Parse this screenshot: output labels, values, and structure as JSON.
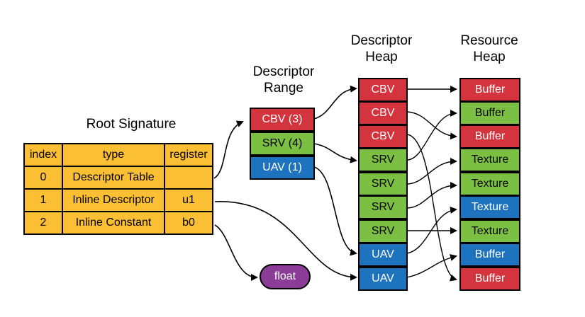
{
  "root_signature": {
    "title": "Root Signature",
    "headers": [
      "index",
      "type",
      "register"
    ],
    "rows": [
      {
        "index": "0",
        "type": "Descriptor Table",
        "register": ""
      },
      {
        "index": "1",
        "type": "Inline Descriptor",
        "register": "u1"
      },
      {
        "index": "2",
        "type": "Inline Constant",
        "register": "b0"
      }
    ]
  },
  "descriptor_range": {
    "title_line1": "Descriptor",
    "title_line2": "Range",
    "items": [
      {
        "label": "CBV (3)",
        "color": "#d3343e"
      },
      {
        "label": "SRV (4)",
        "color": "#7bc043"
      },
      {
        "label": "UAV (1)",
        "color": "#1e73be"
      }
    ]
  },
  "descriptor_heap": {
    "title_line1": "Descriptor",
    "title_line2": "Heap",
    "items": [
      "CBV",
      "CBV",
      "CBV",
      "SRV",
      "SRV",
      "SRV",
      "SRV",
      "UAV",
      "UAV"
    ]
  },
  "resource_heap": {
    "title_line1": "Resource",
    "title_line2": "Heap",
    "items": [
      "Buffer",
      "Buffer",
      "Buffer",
      "Texture",
      "Texture",
      "Texture",
      "Texture",
      "Buffer",
      "Buffer"
    ]
  },
  "float_node": {
    "label": "float",
    "color": "#8a3c96"
  },
  "colors": {
    "cbv": "#d3343e",
    "srv": "#7bc043",
    "uav": "#1e73be",
    "table": "#fbbf34"
  }
}
